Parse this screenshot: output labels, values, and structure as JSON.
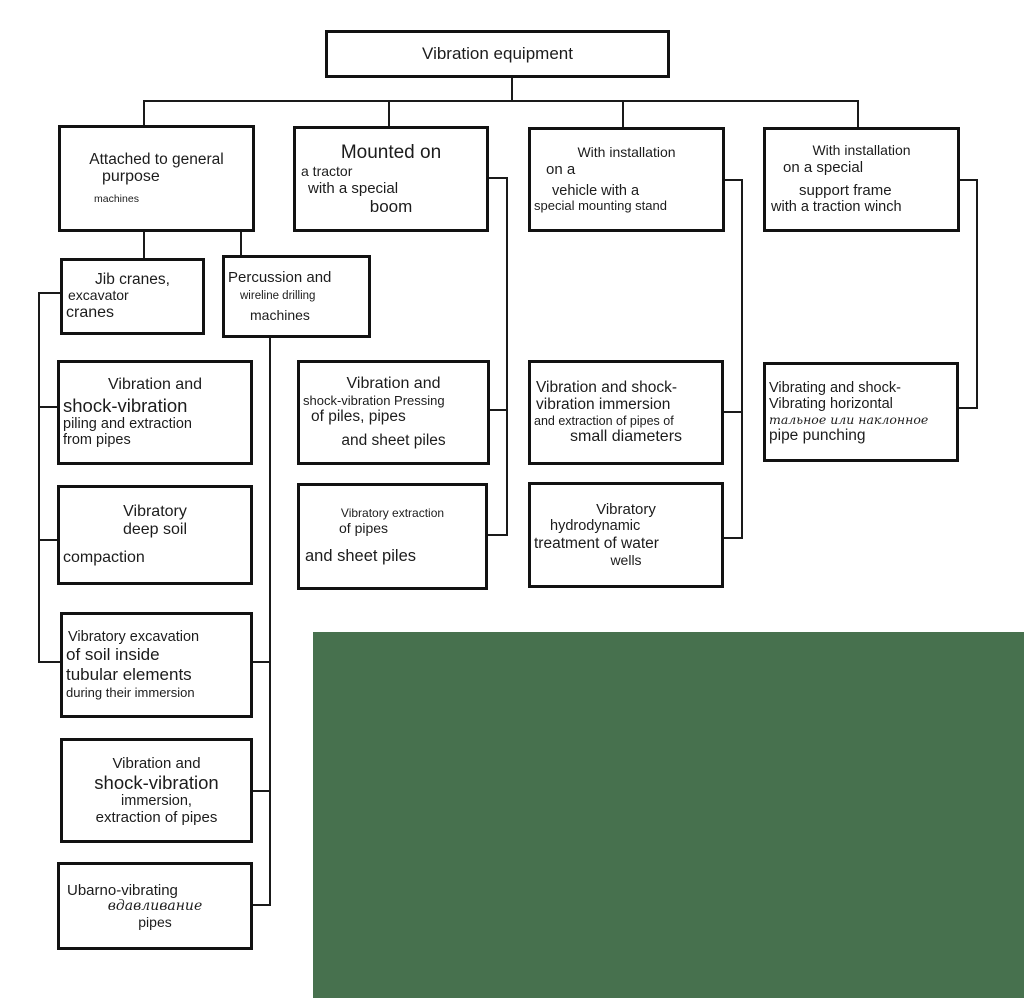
{
  "diagram": {
    "green_block_color": "#47714e"
  },
  "nodes": {
    "root": {
      "lines": [
        "Vibration equipment"
      ]
    },
    "attached": {
      "lines": [
        "Attached to general",
        "purpose",
        "machines"
      ]
    },
    "mounted": {
      "lines": [
        "Mounted on",
        "a tractor",
        "with a special",
        "boom"
      ]
    },
    "vehicle": {
      "lines": [
        "With installation",
        "on a",
        "vehicle with a",
        "special mounting stand"
      ]
    },
    "frame": {
      "lines": [
        "With installation",
        "on a special",
        "support frame",
        "with a traction winch"
      ]
    },
    "jib": {
      "lines": [
        "Jib cranes,",
        "excavator",
        "cranes"
      ]
    },
    "percussion": {
      "lines": [
        "Percussion and",
        "wireline drilling",
        "machines"
      ]
    },
    "piling": {
      "lines": [
        "Vibration and",
        "shock-vibration",
        "piling and extraction",
        "from pipes"
      ]
    },
    "compaction": {
      "lines": [
        "Vibratory",
        "deep soil",
        "compaction"
      ]
    },
    "excavation": {
      "lines": [
        "Vibratory excavation",
        "of soil inside",
        "tubular elements",
        "during their immersion"
      ]
    },
    "immersion": {
      "lines": [
        "Vibration and",
        "shock-vibration",
        "immersion,",
        "extraction of pipes"
      ]
    },
    "ubarno": {
      "lines": [
        "Ubarno-vibrating",
        "вдавливание",
        "pipes"
      ]
    },
    "pressing": {
      "lines": [
        "Vibration and",
        "shock-vibration Pressing",
        "of piles, pipes",
        "and sheet piles"
      ]
    },
    "extraction": {
      "lines": [
        "Vibratory extraction",
        "of pipes",
        "and sheet piles"
      ]
    },
    "small_diam": {
      "lines": [
        "Vibration and shock-",
        "vibration immersion",
        "and extraction of pipes of",
        "small diameters"
      ]
    },
    "hydro": {
      "lines": [
        "Vibratory",
        "hydrodynamic",
        "treatment of water",
        "wells"
      ]
    },
    "punching": {
      "lines": [
        "Vibrating and shock-",
        "Vibrating horizontal",
        "тальное или наклонное",
        "pipe punching"
      ]
    }
  }
}
